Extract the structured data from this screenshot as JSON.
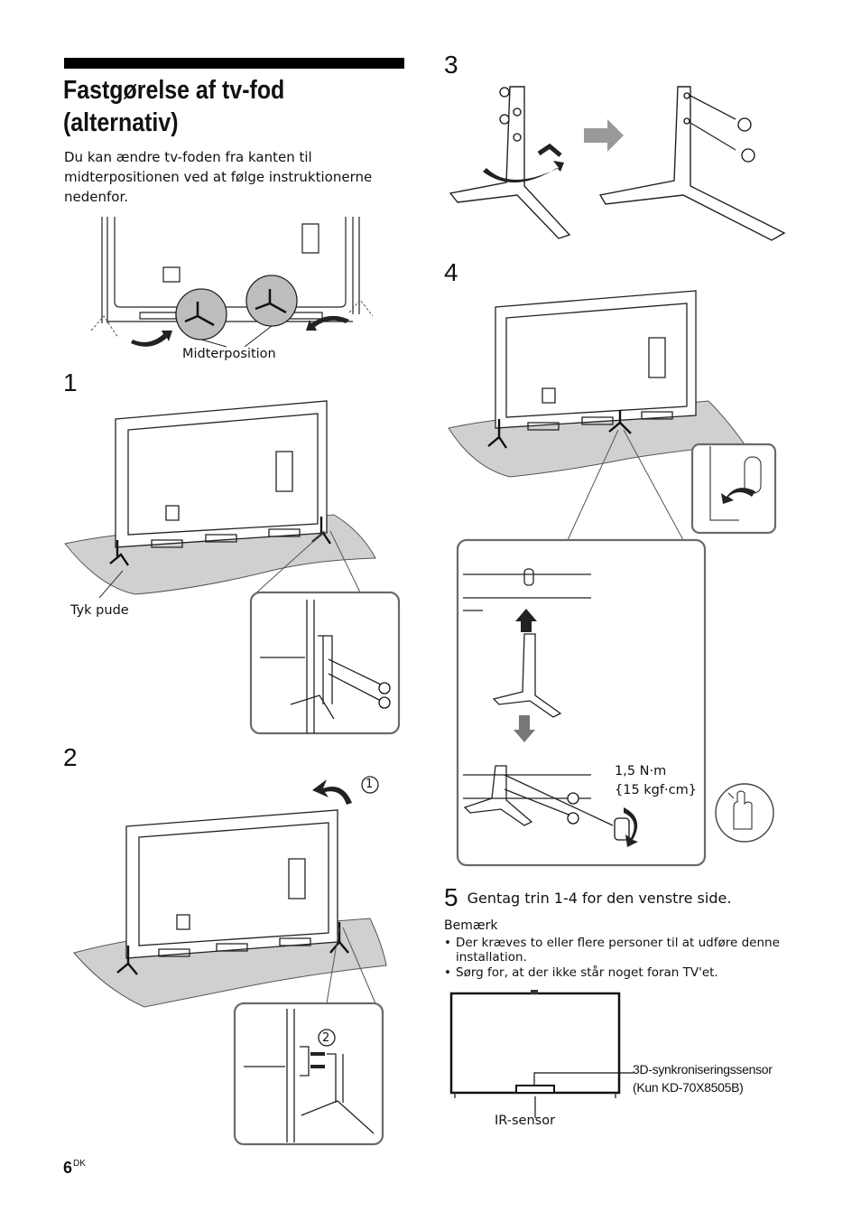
{
  "section": {
    "title_line1": "Fastgørelse af tv-fod",
    "title_line2": "(alternativ)",
    "intro": "Du kan ændre tv-foden fra kanten til midterpositionen ved at følge instruktionerne nedenfor."
  },
  "figures": {
    "overview_label": "Midterposition",
    "cushion_label": "Tyk pude",
    "torque_line1": "1,5 N·m",
    "torque_line2": "{15 kgf·cm}",
    "ir_label": "IR-sensor",
    "sensor_line1": "3D-synkroniseringssensor",
    "sensor_line2": "(Kun KD-70X8505B)",
    "callout_1": "1",
    "callout_2": "2"
  },
  "steps": {
    "s1": "1",
    "s2": "2",
    "s3": "3",
    "s4": "4",
    "s5_num": "5",
    "s5_text": "Gentag trin 1-4 for den venstre side."
  },
  "note": {
    "heading": "Bemærk",
    "items": [
      "Der kræves to eller flere personer til at udføre denne installation.",
      "Sørg for, at der ikke står noget foran TV'et."
    ]
  },
  "footer": {
    "page_number": "6",
    "page_suffix": "DK"
  }
}
